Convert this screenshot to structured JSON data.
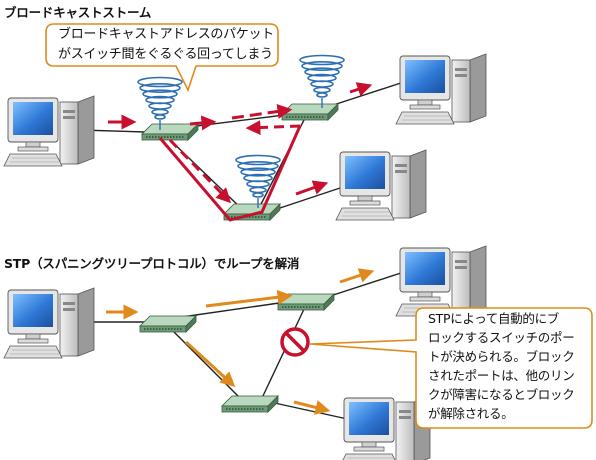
{
  "section1": {
    "heading": "ブロードキャストストーム",
    "callout_line1": "ブロードキャストアドレスのパケット",
    "callout_line2": "がスイッチ間をぐるぐる回ってしまう"
  },
  "section2": {
    "heading": "STP（スパニングツリープロトコル）でループを解消",
    "callout_line1": "STPによって自動的にブ",
    "callout_line2": "ロックするスイッチのポー",
    "callout_line3": "トが決められる。ブロック",
    "callout_line4": "されたポートは、他のリン",
    "callout_line5": "クが障害になるとブロック",
    "callout_line6": "が解除される。"
  },
  "colors": {
    "loop_arrow": "#c8102e",
    "stp_arrow": "#e08a1e",
    "callout_border": "#e08a1e",
    "switch_body": "#7fae8a",
    "block_sign": "#c8102e",
    "storm_coil": "#2a6fb5",
    "pc_screen": "#2f78d6"
  },
  "icons": [
    "pc-icon",
    "switch-icon",
    "broadcast-storm-icon",
    "blocked-port-icon"
  ]
}
